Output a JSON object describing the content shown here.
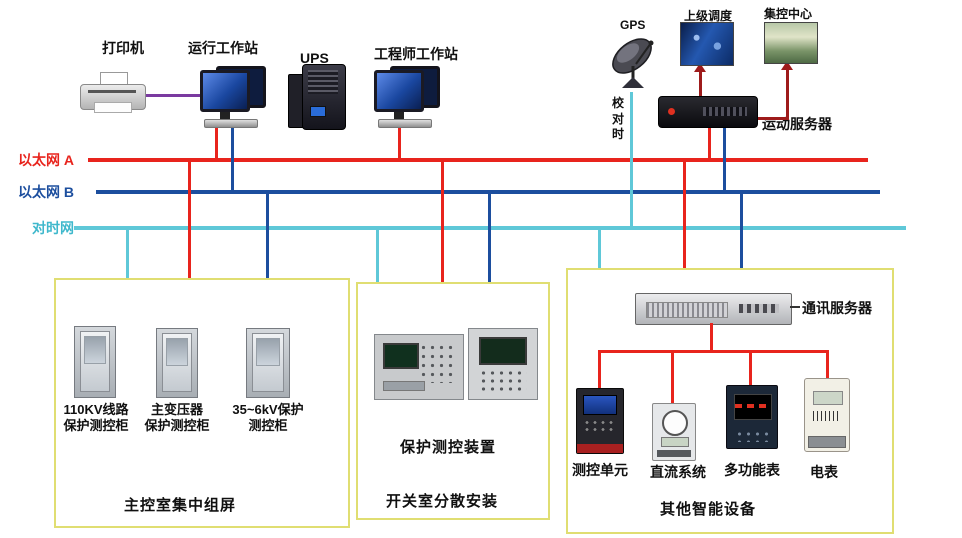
{
  "top": {
    "printer": "打印机",
    "op_ws": "运行工作站",
    "ups": "UPS",
    "eng_ws": "工程师工作站",
    "gps": "GPS",
    "dispatch": "上级调度",
    "control_center": "集控中心",
    "motion_server": "运动服务器",
    "time_calibrate": "校\n对\n时"
  },
  "buses": {
    "a_label": "以太网 A",
    "b_label": "以太网 B",
    "t_label": "对时网",
    "a_color": "#e8241d",
    "b_color": "#1c4e9e",
    "t_color": "#5fc8d8"
  },
  "left_box": {
    "cab1": "110KV线路\n保护测控柜",
    "cab2": "主变压器\n保护测控柜",
    "cab3": "35~6kV保护\n测控柜",
    "caption": "主控室集中组屏"
  },
  "middle_box": {
    "device": "保护测控装置",
    "caption": "开关室分散安装"
  },
  "right_box": {
    "comm_server": "通讯服务器",
    "dev1": "测控单元",
    "dev2": "直流系统",
    "dev3": "多功能表",
    "dev4": "电表",
    "caption": "其他智能设备"
  }
}
